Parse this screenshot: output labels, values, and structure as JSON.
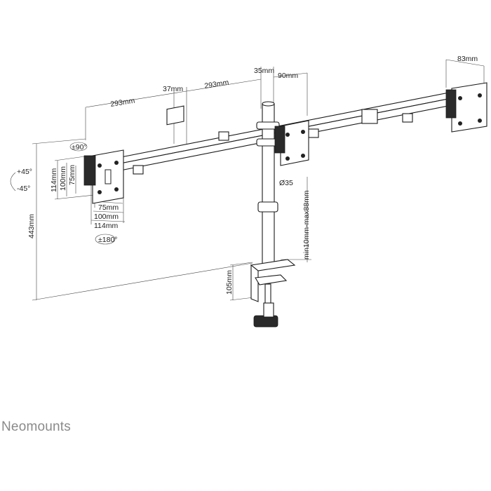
{
  "brand": "Neomounts",
  "dimensions": {
    "arm_left": "293mm",
    "arm_mid": "293mm",
    "clamp_block": "37mm",
    "pole_offset": "35mm",
    "vesa_offset": "90mm",
    "right_depth": "83mm",
    "total_height": "443mm",
    "vesa_v_114": "114mm",
    "vesa_v_100": "100mm",
    "vesa_v_75": "75mm",
    "vesa_h_75": "75mm",
    "vesa_h_100": "100mm",
    "vesa_h_114": "114mm",
    "pole_diameter": "Ø35",
    "desk_range": "min10mm-max88mm",
    "clamp_height": "105mm"
  },
  "rotations": {
    "swivel": "±90°",
    "tilt_up": "+45°",
    "tilt_down": "-45°",
    "rotate": "±180°"
  }
}
